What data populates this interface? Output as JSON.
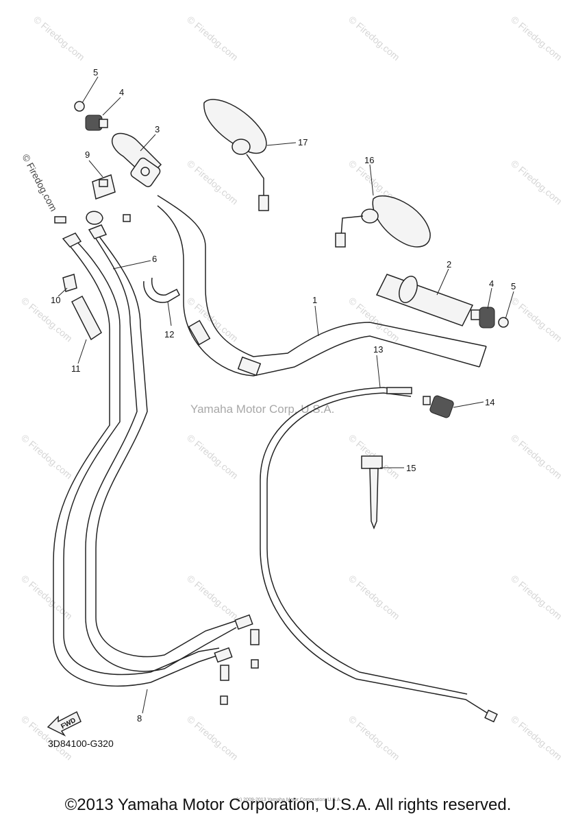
{
  "watermark_text": "© Firedog.com",
  "center_watermark": "Yamaha Motor Corp, U.S.A.",
  "diagram_code": "3D84100-G320",
  "fwd_label": "FWD",
  "footer": "©2013 Yamaha Motor Corporation, U.S.A. All rights reserved.",
  "tiny_copyright": "(c) 2009-2013 Yamaha Motor Corporation, U.S.A.",
  "callouts": {
    "c1": "1",
    "c2": "2",
    "c3": "3",
    "c4a": "4",
    "c4b": "4",
    "c5a": "5",
    "c5b": "5",
    "c6": "6",
    "c8": "8",
    "c9": "9",
    "c10": "10",
    "c11": "11",
    "c12": "12",
    "c13": "13",
    "c14": "14",
    "c15": "15",
    "c16": "16",
    "c17": "17"
  }
}
